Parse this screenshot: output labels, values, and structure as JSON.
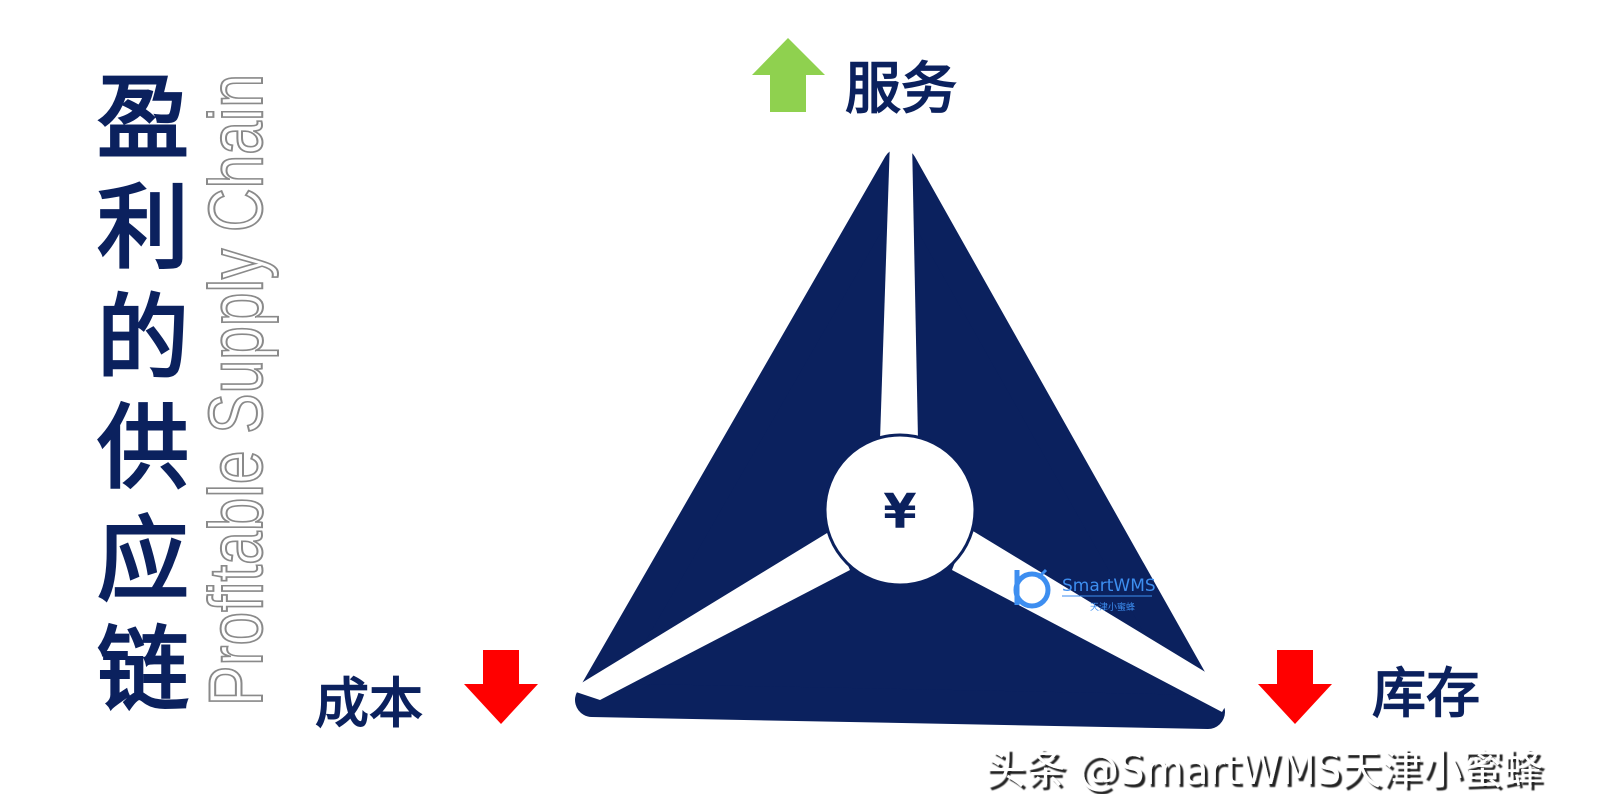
{
  "title": {
    "chars": [
      "盈",
      "利",
      "的",
      "供",
      "应",
      "链"
    ],
    "english": "Profitable Supply Chain"
  },
  "diagram": {
    "center_symbol": "¥",
    "service": {
      "label": "服务",
      "direction": "up",
      "color": "#8fd14f"
    },
    "cost": {
      "label": "成本",
      "direction": "down",
      "color": "#ff0000"
    },
    "inventory": {
      "label": "库存",
      "direction": "down",
      "color": "#ff0000"
    }
  },
  "logo": {
    "name": "SmartWMS",
    "subtitle": "天津小蜜蜂"
  },
  "watermark": "头条 @SmartWMS天津小蜜蜂",
  "colors": {
    "navy": "#0b215e",
    "logo_blue": "#3d8ef0"
  }
}
